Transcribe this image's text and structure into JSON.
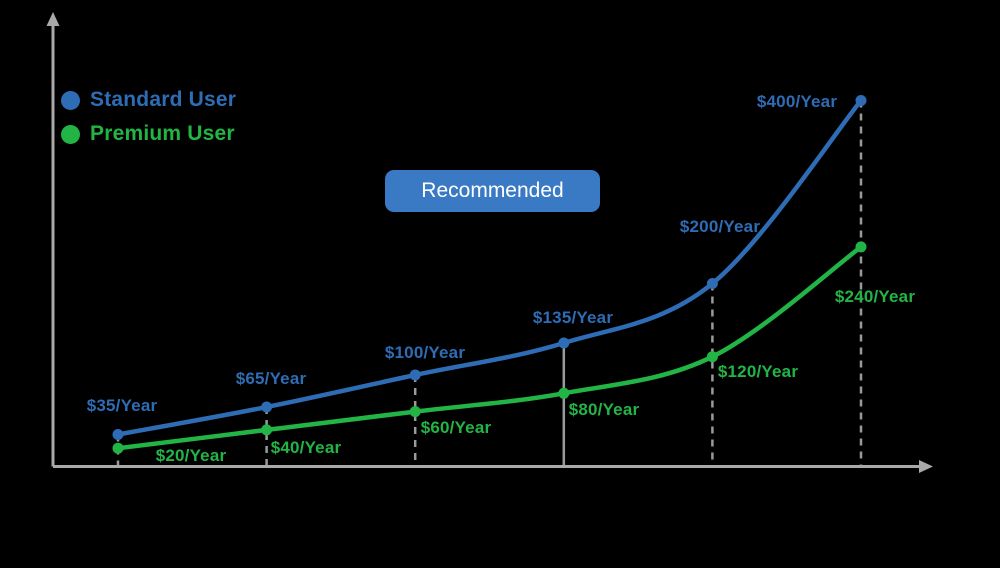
{
  "chart_data": {
    "type": "line",
    "title": "",
    "x_tick_labels": [],
    "series": [
      {
        "name": "Standard User",
        "color": "#2e6db5",
        "values": [
          35,
          65,
          100,
          135,
          200,
          400
        ],
        "point_labels": [
          "$35/Year",
          "$65/Year",
          "$100/Year",
          "$135/Year",
          "$200/Year",
          "$400/Year"
        ]
      },
      {
        "name": "Premium User",
        "color": "#22b546",
        "values": [
          20,
          40,
          60,
          80,
          120,
          240
        ],
        "point_labels": [
          "$20/Year",
          "$40/Year",
          "$60/Year",
          "$80/Year",
          "$120/Year",
          "$240/Year"
        ]
      }
    ],
    "legend_position": "top-left",
    "grid": false,
    "axis_color": "#a9a9a9",
    "guide_line_color": "#9a9a9a",
    "guide_lines": {
      "style": "dashed",
      "solid_index": 3
    }
  },
  "legend": {
    "items": [
      {
        "label": "Standard User",
        "color": "#2e6db5"
      },
      {
        "label": "Premium User",
        "color": "#22b546"
      }
    ]
  },
  "badge": {
    "label": "Recommended",
    "bg": "#3a7ac4",
    "text_color": "#ffffff"
  }
}
